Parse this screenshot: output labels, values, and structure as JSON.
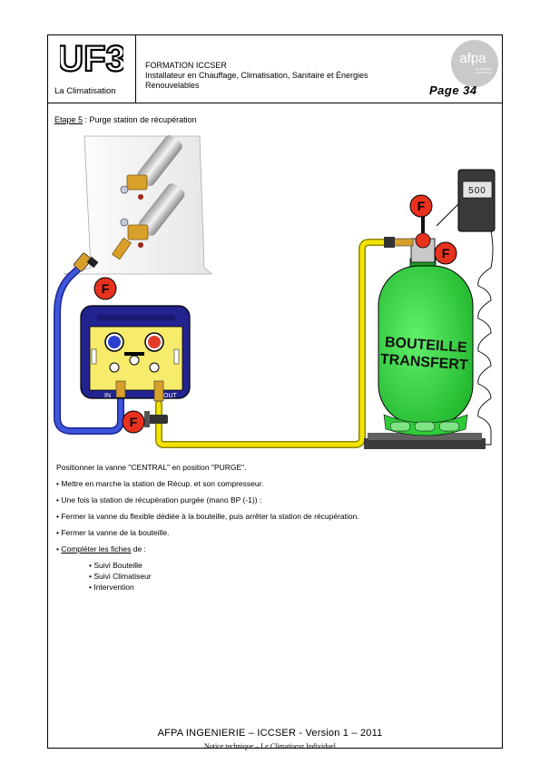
{
  "header": {
    "logo_text": "UF3",
    "module": "La Climatisation",
    "formation_line1": "FORMATION ICCSER",
    "formation_line2": "Installateur en Chauffage, Climatisation, Sanitaire et Énergies Renouvelables",
    "page_label": "Page 34",
    "brand_logo": "afpa",
    "brand_logo_small_1": "LE SERVICE",
    "brand_logo_small_2": "FORMATION"
  },
  "step": {
    "label": "Etape 5",
    "title": " : Purge station de récupération"
  },
  "diagram": {
    "gauge_reading": "500",
    "marker_letter": "F",
    "station_in": "IN",
    "station_out": "OUT",
    "bottle_text_line1": "BOUTEILLE",
    "bottle_text_line2": "TRANSFERT",
    "colors": {
      "hose_blue": "#2f42c8",
      "hose_yellow": "#f3e400",
      "bottle_green": "#3ee04a",
      "marker_red": "#e8321d",
      "station_blue": "#22238f",
      "station_panel": "#f6eb6b"
    }
  },
  "instructions": [
    "Positionner la vanne \"CENTRAL\" en position \"PURGE\".",
    "• Mettre en marche la station de Récup. et son compresseur.",
    "• Une fois la station de récupération purgée (mano BP (-1)) :",
    "• Fermer la vanne du flexible dédiée à la bouteille, puis arrêter la station de récupération.",
    "• Fermer la vanne de la bouteille."
  ],
  "fiches_intro": {
    "bullet": "• ",
    "underlined": "Compléter les fiches",
    "rest": " de :"
  },
  "fiches": [
    "• Suivi Bouteille",
    "• Suivi Climatiseur",
    "• Intervention"
  ],
  "footer": {
    "main": "AFPA INGENIERIE – ICCSER - Version 1 – 2011",
    "sub": "Notice technique – Le Climatiseur Individuel"
  }
}
